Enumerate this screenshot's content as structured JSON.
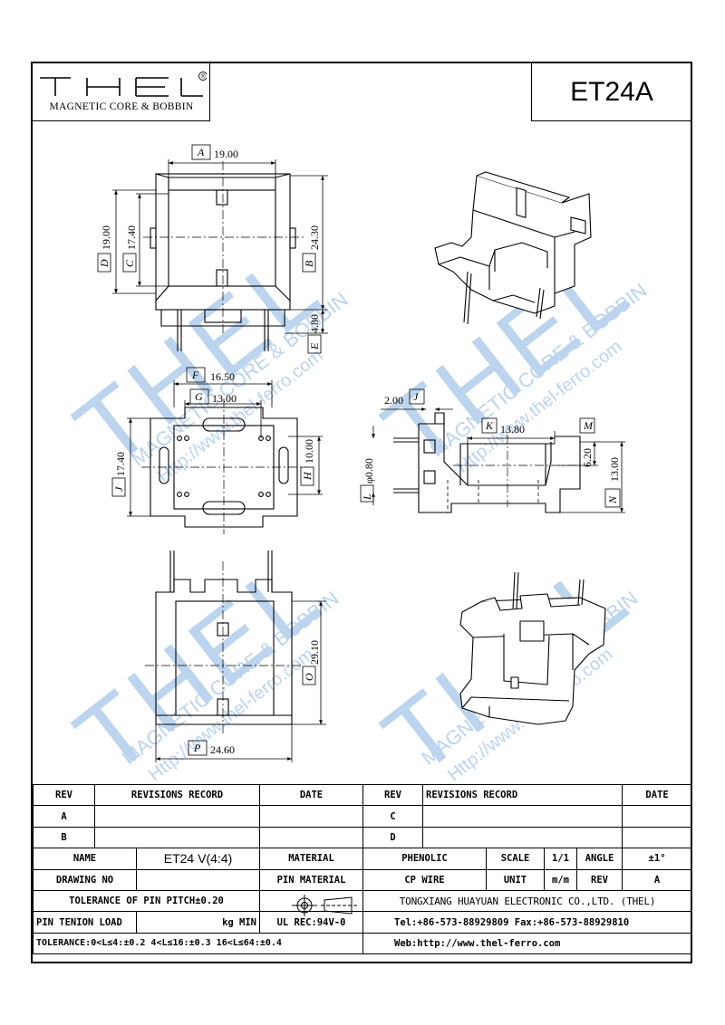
{
  "header": {
    "logo_text": "THEL",
    "logo_subtitle": "MAGNETIC CORE & BOBBIN",
    "registered_mark": "®",
    "drawing_code": "ET24A"
  },
  "watermark": {
    "brand": "THEL",
    "line1": "MAGNETIC CORE & BOBBIN",
    "line2": "Http://www.thel-ferro.com"
  },
  "dimensions": {
    "A": {
      "letter": "A",
      "value": "19.00"
    },
    "B": {
      "letter": "B",
      "value": "24.30"
    },
    "C": {
      "letter": "C",
      "value": "17.40"
    },
    "D": {
      "letter": "D",
      "value": "19.00"
    },
    "E": {
      "letter": "E",
      "value": "4.80"
    },
    "F": {
      "letter": "F",
      "value": "16.50"
    },
    "G": {
      "letter": "G",
      "value": "13.00"
    },
    "H": {
      "letter": "H",
      "value": "10.00"
    },
    "J": {
      "letter": "J",
      "value": "17.40"
    },
    "J2": {
      "letter": "J",
      "value": "2.00"
    },
    "K": {
      "letter": "K",
      "value": "13.80"
    },
    "L": {
      "letter": "L",
      "value": "φ0.80"
    },
    "M": {
      "letter": "M",
      "value": "6.20"
    },
    "N": {
      "letter": "N",
      "value": "13.00"
    },
    "O": {
      "letter": "O",
      "value": "29.10"
    },
    "P": {
      "letter": "P",
      "value": "24.60"
    }
  },
  "title_block": {
    "rev_label": "REV",
    "revisions_label": "REVISIONS RECORD",
    "date_label": "DATE",
    "rev_a": "A",
    "rev_b": "B",
    "rev_c": "C",
    "rev_d": "D",
    "name_label": "NAME",
    "name_value": "ET24 V(4:4)",
    "material_label": "MATERIAL",
    "material_value": "PHENOLIC",
    "scale_label": "SCALE",
    "scale_value": "1/1",
    "angle_label": "ANGLE",
    "angle_value": "±1°",
    "drawing_no_label": "DRAWING NO",
    "pin_material_label": "PIN MATERIAL",
    "pin_material_value": "CP WIRE",
    "unit_label": "UNIT",
    "unit_value": "m/m",
    "rev_value": "A",
    "pitch_tolerance": "TOLERANCE OF PIN PITCH±0.20",
    "company": "TONGXIANG HUAYUAN ELECTRONIC CO.,LTD. (THEL)",
    "pin_tension_label": "PIN TENION LOAD",
    "pin_tension_unit": "kg MIN",
    "ul_rec": "UL REC:94V-0",
    "tel_fax": "Tel:+86-573-88929809 Fax:+86-573-88929810",
    "tolerance": "TOLERANCE:0<L≤4:±0.2  4<L≤16:±0.3  16<L≤64:±0.4",
    "web": "Web:http://www.thel-ferro.com"
  }
}
